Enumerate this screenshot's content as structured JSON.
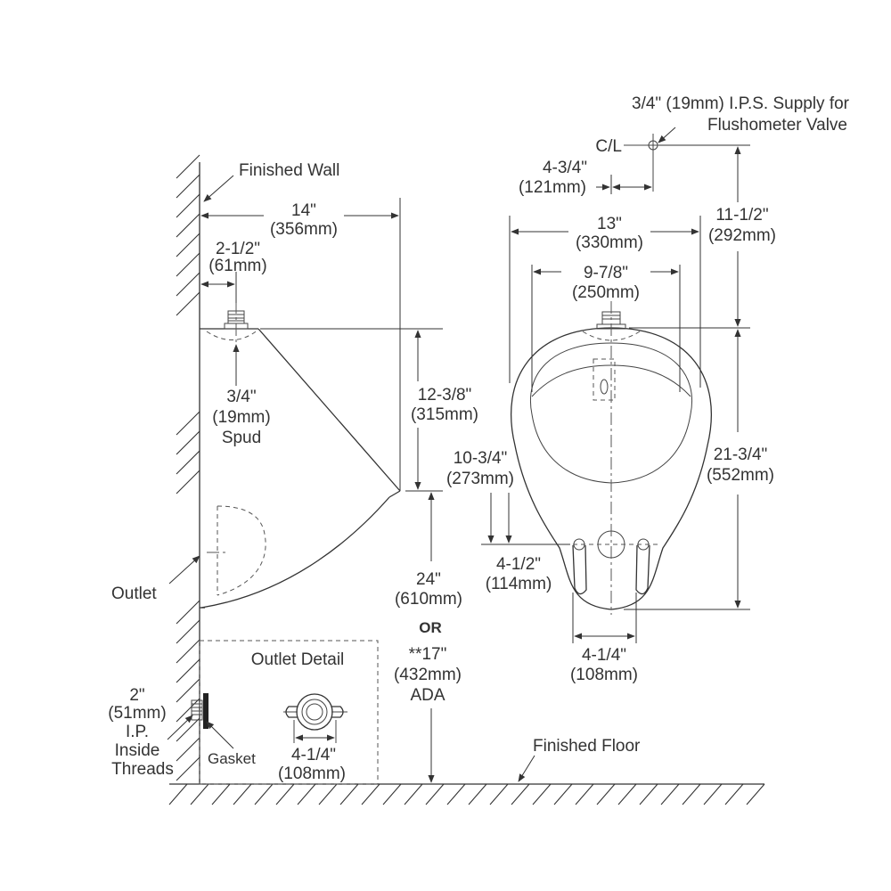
{
  "labels": {
    "supply_line1": "3/4\" (19mm) I.P.S. Supply for",
    "supply_line2": "Flushometer Valve",
    "centerline": "C/L",
    "finished_wall": "Finished Wall",
    "finished_floor": "Finished Floor",
    "outlet": "Outlet",
    "outlet_detail": "Outlet Detail",
    "gasket": "Gasket",
    "threads_line1": "2\"",
    "threads_line2": "(51mm)",
    "threads_line3": "I.P.",
    "threads_line4": "Inside",
    "threads_line5": "Threads",
    "spud_line1": "3/4\"",
    "spud_line2": "(19mm)",
    "spud_line3": "Spud",
    "or": "OR",
    "ada_line1": "**17\"",
    "ada_line2": "(432mm)",
    "ada_line3": "ADA"
  },
  "dimensions": {
    "depth": {
      "imperial": "14\"",
      "metric": "(356mm)"
    },
    "spud_offset": {
      "imperial": "2-1/2\"",
      "metric": "(61mm)"
    },
    "top_height": {
      "imperial": "12-3/8\"",
      "metric": "(315mm)"
    },
    "rim_height": {
      "imperial": "24\"",
      "metric": "(610mm)"
    },
    "supply_offset": {
      "imperial": "4-3/4\"",
      "metric": "(121mm)"
    },
    "width": {
      "imperial": "13\"",
      "metric": "(330mm)"
    },
    "bowl_width": {
      "imperial": "9-7/8\"",
      "metric": "(250mm)"
    },
    "supply_height": {
      "imperial": "11-1/2\"",
      "metric": "(292mm)"
    },
    "outlet_height": {
      "imperial": "10-3/4\"",
      "metric": "(273mm)"
    },
    "outlet_center": {
      "imperial": "4-1/2\"",
      "metric": "(114mm)"
    },
    "overall_height": {
      "imperial": "21-3/4\"",
      "metric": "(552mm)"
    },
    "mount_spacing": {
      "imperial": "4-1/4\"",
      "metric": "(108mm)"
    },
    "outlet_detail_spacing": {
      "imperial": "4-1/4\"",
      "metric": "(108mm)"
    }
  },
  "colors": {
    "line": "#333333",
    "background": "#ffffff"
  }
}
